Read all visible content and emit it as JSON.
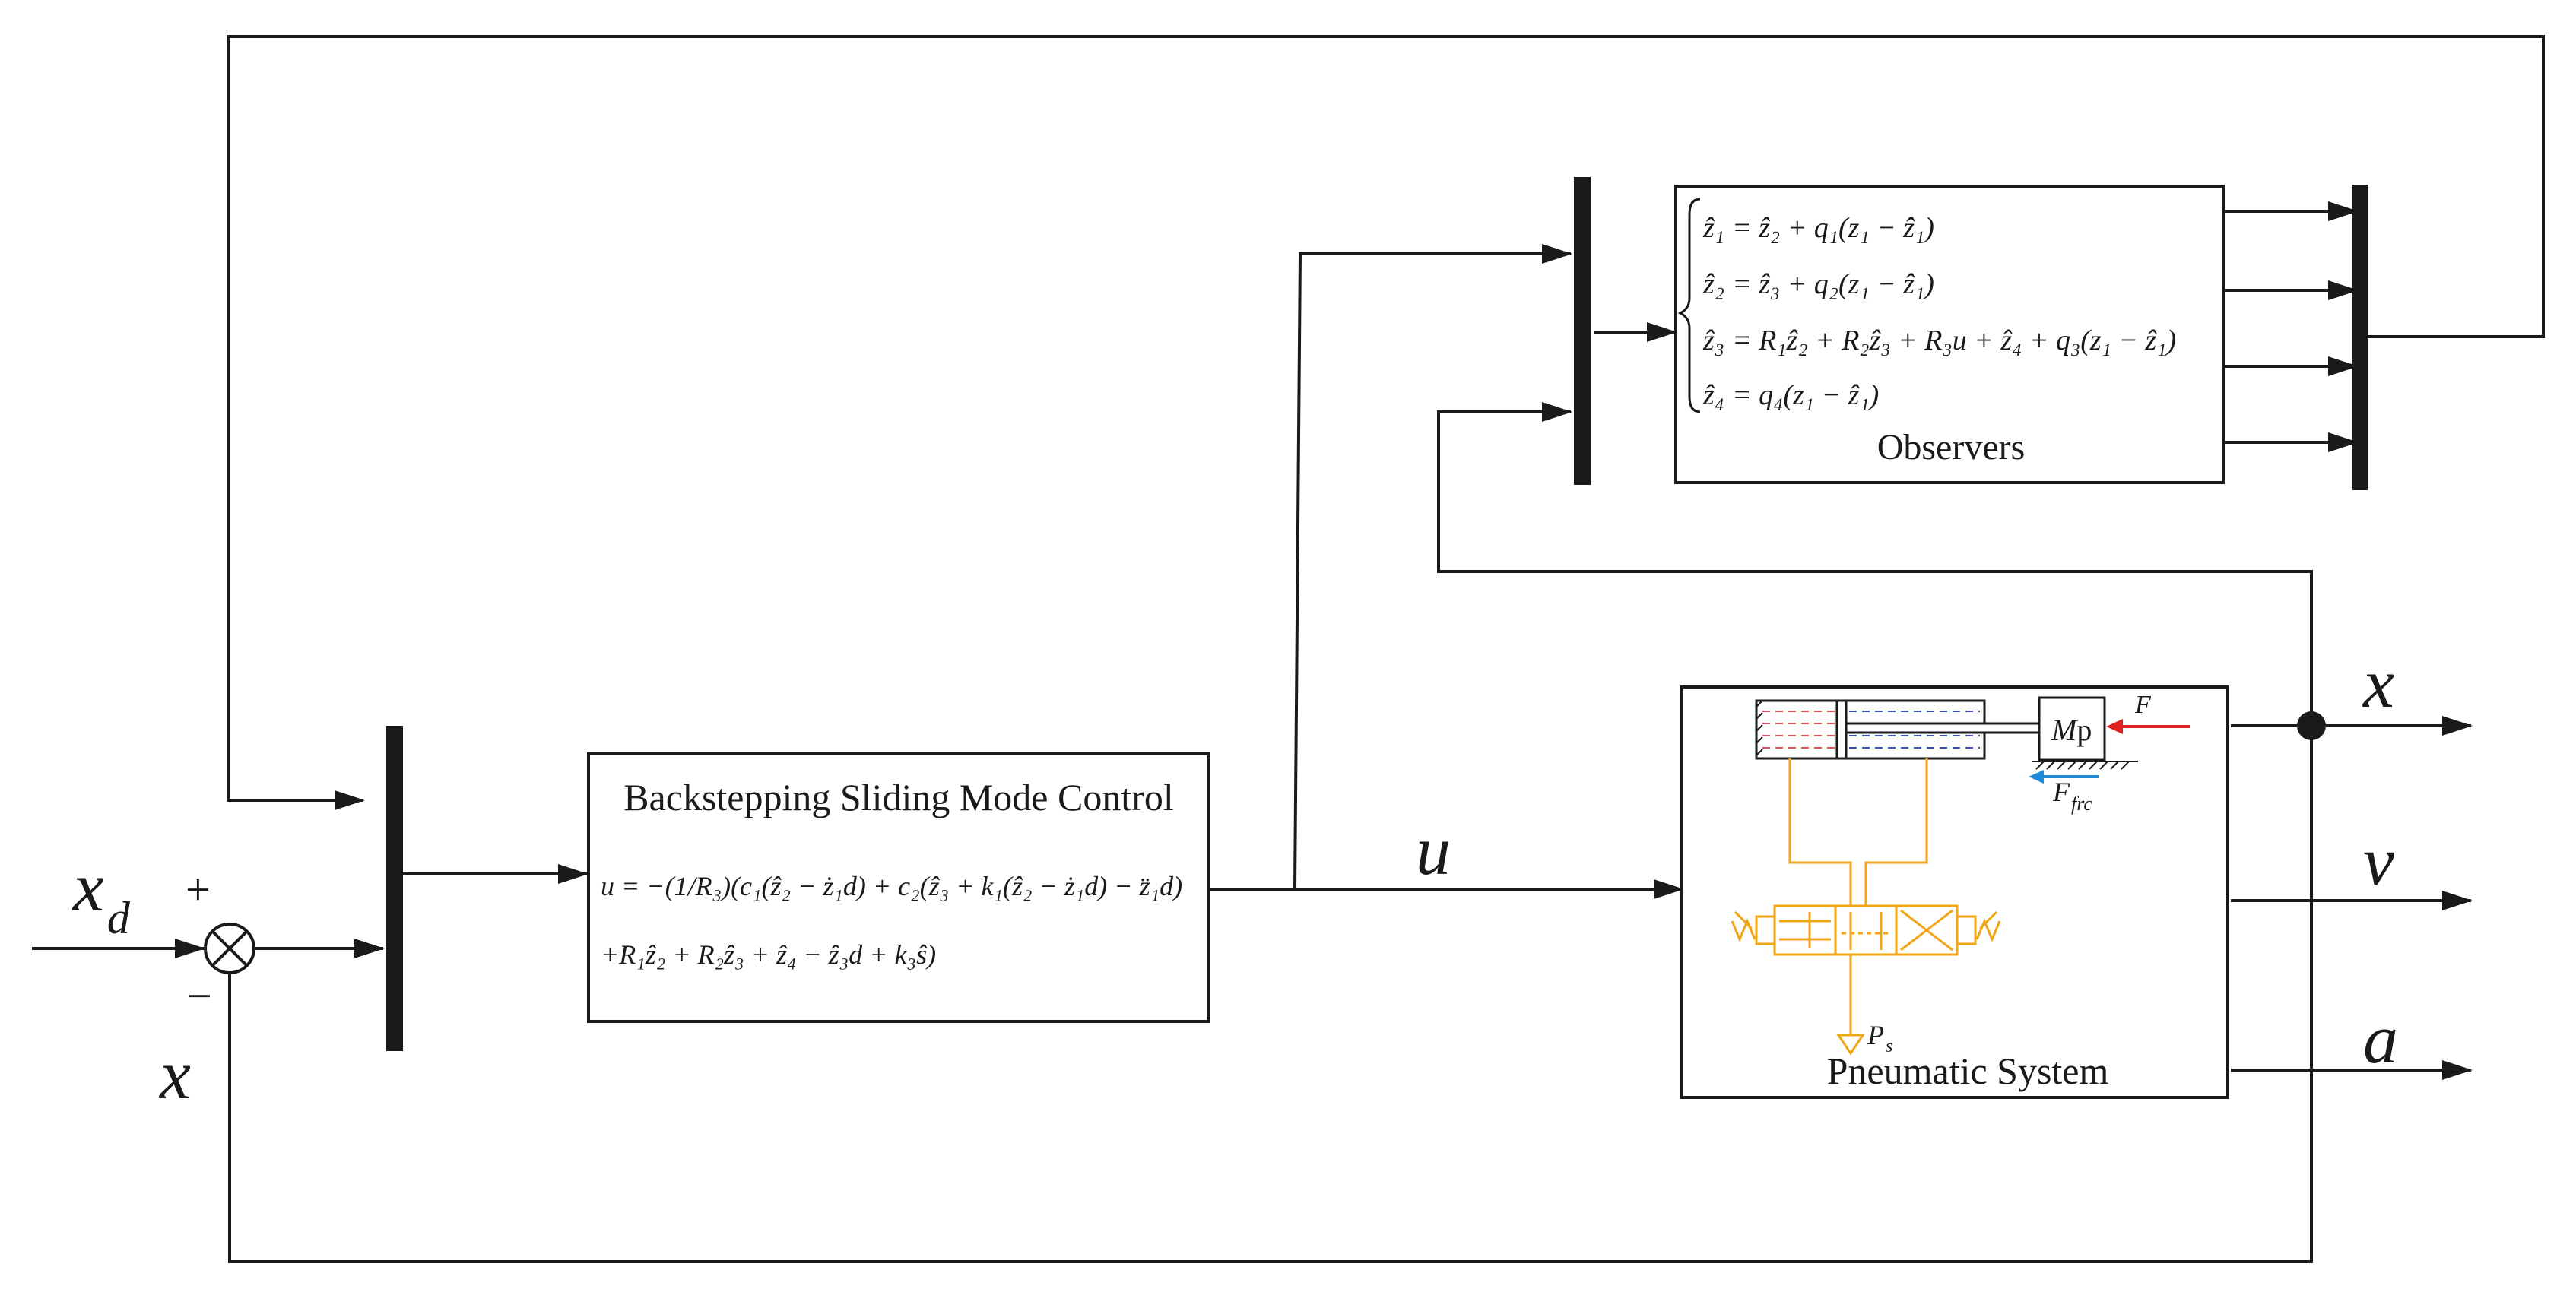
{
  "input": {
    "setpoint_main": "x",
    "setpoint_sub": "d",
    "plus_sign": "+",
    "minus_sign": "−",
    "feedback_label": "x"
  },
  "controller": {
    "title": "Backstepping Sliding Mode Control",
    "law_line1": "u = −(1/R₃)(c₁(ẑ₂ − ż₁d) + c₂(ẑ₃ + k₁(ẑ₂ − ż₁d) − z̈₁d)",
    "law_line2": "+R₁ẑ₂ + R₂ẑ₃ + ẑ₄ − ẑ₃d + k₃ŝ)"
  },
  "control_signal": "u",
  "observers": {
    "title": "Observers",
    "eq1_lhs": "ẑ₁",
    "eq1_rhs": "= ẑ₂ + q₁(z₁ − ẑ₁)",
    "eq2_lhs": "ẑ₂",
    "eq2_rhs": "= ẑ₃ + q₂(z₁ − ẑ₁)",
    "eq3_lhs": "ẑ₃",
    "eq3_rhs": "= R₁ẑ₂ + R₂ẑ₃ + R₃u + ẑ₄ + q₃(z₁ − ẑ₁)",
    "eq4_lhs": "ẑ₄",
    "eq4_rhs": "= q₄(z₁ − ẑ₁)"
  },
  "plant": {
    "title": "Pneumatic System",
    "mass_label_M": "M",
    "mass_label_p": "p",
    "force_label": "F",
    "friction_main": "F",
    "friction_sub": "frc",
    "supply_main": "P",
    "supply_sub": "s"
  },
  "outputs": {
    "position": "x",
    "velocity": "v",
    "acceleration": "a"
  },
  "colors": {
    "line": "#1a1a1a",
    "valve": "#f2a516",
    "chamber_left": "#e0505a",
    "chamber_right": "#3a4fc0",
    "force_arrow": "#e02020",
    "friction_arrow": "#1f8ad8"
  }
}
